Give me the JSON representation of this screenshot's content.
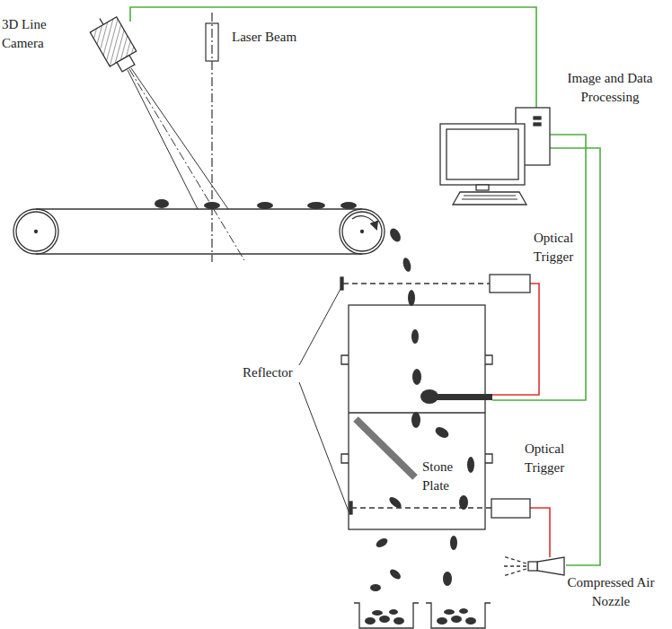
{
  "diagram": {
    "labels": [
      "3D Line Camera",
      "Laser Beam",
      "Image and Data Processing",
      "Optical Trigger",
      "Reflector",
      "Stone Plate",
      "Optical Trigger",
      "Compressed Air Nozzle"
    ]
  }
}
